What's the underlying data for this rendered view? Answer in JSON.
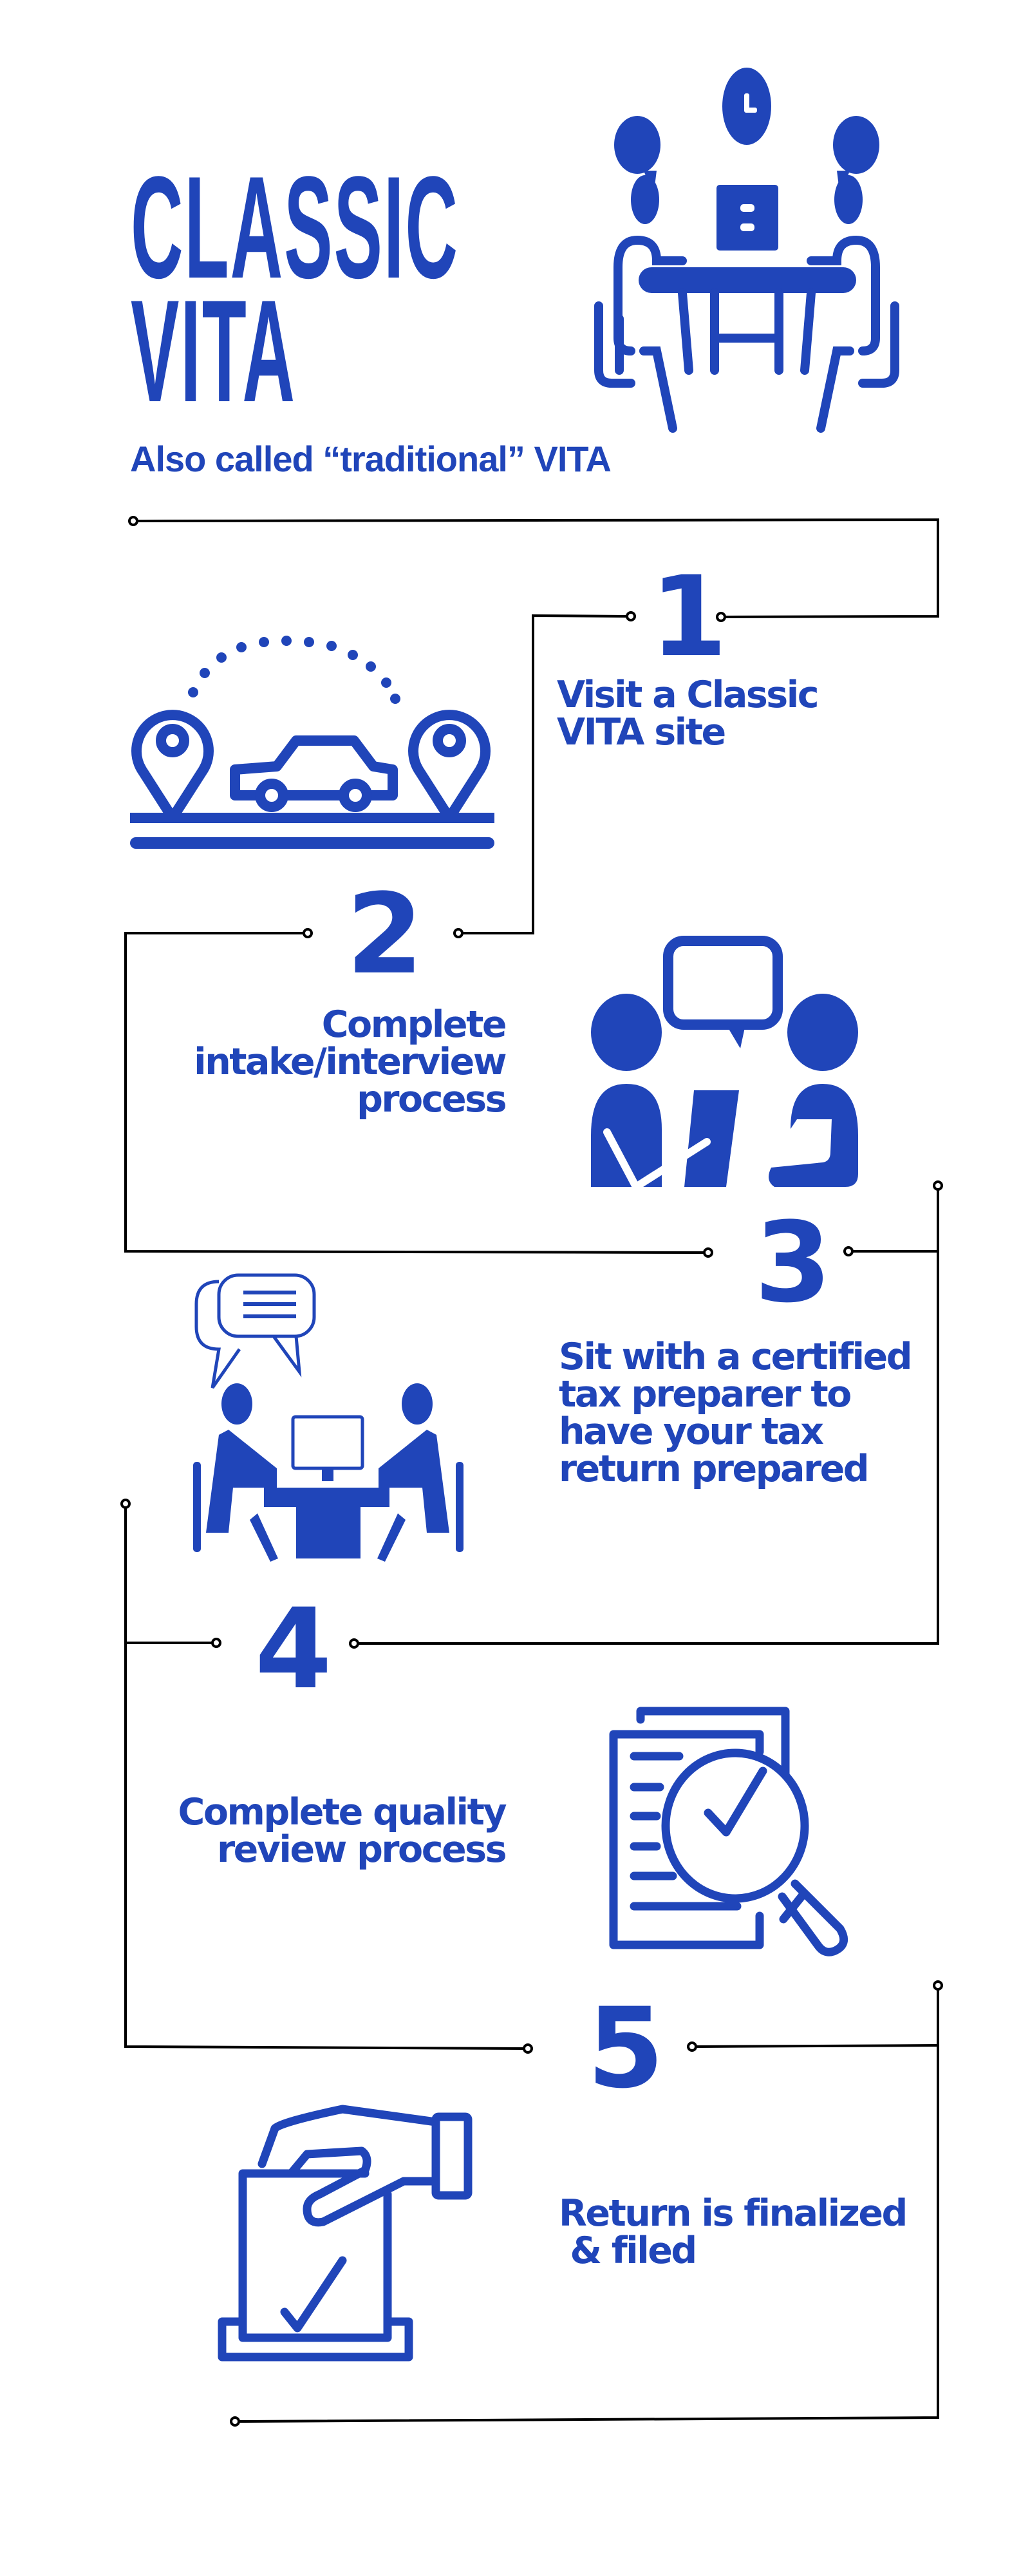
{
  "header": {
    "title_line1": "CLASSIC",
    "title_line2": "VITA",
    "subtitle": "Also called “traditional” VITA"
  },
  "steps": [
    {
      "number": "1",
      "lines": [
        "Visit a Classic",
        "VITA site"
      ],
      "icon": "car-between-map-pins-icon"
    },
    {
      "number": "2",
      "lines": [
        "Complete",
        "intake/interview",
        "process"
      ],
      "icon": "interview-people-icon"
    },
    {
      "number": "3",
      "lines": [
        "Sit with a certified",
        "tax preparer to",
        "have your tax",
        "return prepared"
      ],
      "icon": "desk-meeting-icon"
    },
    {
      "number": "4",
      "lines": [
        "Complete quality",
        "review process"
      ],
      "icon": "document-review-magnifier-icon"
    },
    {
      "number": "5",
      "lines": [
        "Return is finalized",
        " & filed"
      ],
      "icon": "ballot-box-hand-icon"
    }
  ],
  "colors": {
    "brand_blue": "#2045b9",
    "connector": "#000000"
  }
}
